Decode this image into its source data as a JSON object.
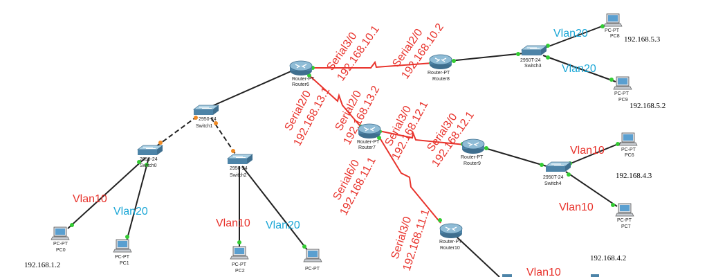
{
  "routers": {
    "router6": {
      "type": "Router-PT",
      "name": "Router6"
    },
    "router7": {
      "type": "Router-PT",
      "name": "Router7"
    },
    "router8": {
      "type": "Router-PT",
      "name": "Router8"
    },
    "router9": {
      "type": "Router-PT",
      "name": "Router9"
    },
    "router10": {
      "type": "Router-PT",
      "name": "Router10"
    }
  },
  "switches": {
    "switch0": {
      "model": "2950-24",
      "name": "Switch0"
    },
    "switch1": {
      "model": "2950-24",
      "name": "Switch1"
    },
    "switch2": {
      "model": "2950-24",
      "name": "Switch2"
    },
    "switch3": {
      "model": "2950T-24",
      "name": "Switch3"
    },
    "switch4": {
      "model": "2950T-24",
      "name": "Switch4"
    }
  },
  "pcs": {
    "pc0": {
      "type": "PC-PT",
      "name": "PC0",
      "ip": "192.168.1.2"
    },
    "pc1": {
      "type": "PC-PT",
      "name": "PC1"
    },
    "pc2": {
      "type": "PC-PT",
      "name": "PC2"
    },
    "pc3": {
      "type": "PC-PT"
    },
    "pc6": {
      "type": "PC-PT",
      "name": "PC6",
      "ip": "192.168.4.3"
    },
    "pc7": {
      "type": "PC-PT",
      "name": "PC7",
      "ip": "192.168.4.2"
    },
    "pc8": {
      "type": "PC-PT",
      "name": "PC8",
      "ip": "192.168.5.3"
    },
    "pc9": {
      "type": "PC-PT",
      "name": "PC9",
      "ip": "192.168.5.2"
    }
  },
  "vlan_labels": {
    "pc0": "Vlan10",
    "pc1": "Vlan20",
    "pc2": "Vlan10",
    "pc3": "Vlan20",
    "pc6": "Vlan10",
    "pc7": "Vlan10",
    "pc8": "Vlan20",
    "pc9": "Vlan20",
    "router10": "Vlan10"
  },
  "serial_labels": {
    "r6_r8_a": "Serial3/0",
    "r6_r8_b": "192.168.10.1",
    "r8_r6_a": "Serial2/0",
    "r8_r6_b": "192.168.10.2",
    "r6_r7_a": "Serial2/0",
    "r6_r7_b": "192.168.13.1",
    "r7_r6_a": "Serial2/0",
    "r7_r6_b": "192.168.13.2",
    "r7_r9_a": "Serial3/0",
    "r7_r9_b": "192.168.12.1",
    "r9_r7_a": "Serial3/0",
    "r9_r7_b": "192.168.12.1",
    "r7_r10_a": "Serial6/0",
    "r7_r10_b": "192.168.11.1",
    "r10_r7_a": "Serial3/0",
    "r10_r7_b": "192.168.11.1"
  },
  "colors": {
    "serial_link": "#e8322b",
    "ethernet_link": "#222222",
    "port_up": "#33cc33",
    "port_wait": "#f08a24",
    "vlan10": "#e8322b",
    "vlan20": "#1aa6d6"
  }
}
